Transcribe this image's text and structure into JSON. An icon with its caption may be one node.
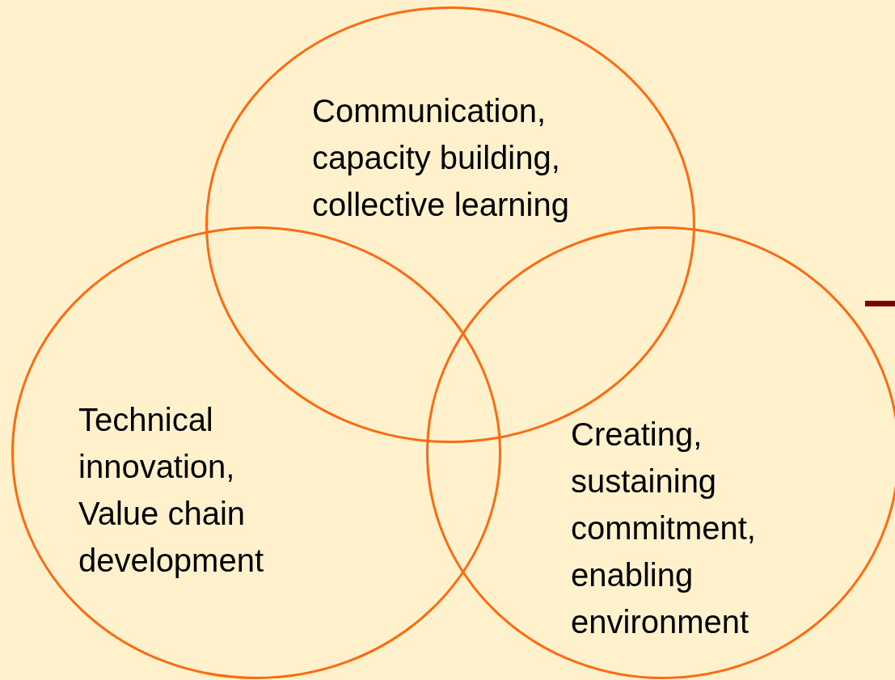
{
  "diagram": {
    "nodes": [
      {
        "text": [
          "Communication, capacity building, collective learning"
        ]
      },
      {
        "text": [
          "Technical innovation, Value chain development"
        ]
      },
      {
        "text": [
          "Creating, sustaining commitment, enabling environment"
        ]
      }
    ]
  }
}
